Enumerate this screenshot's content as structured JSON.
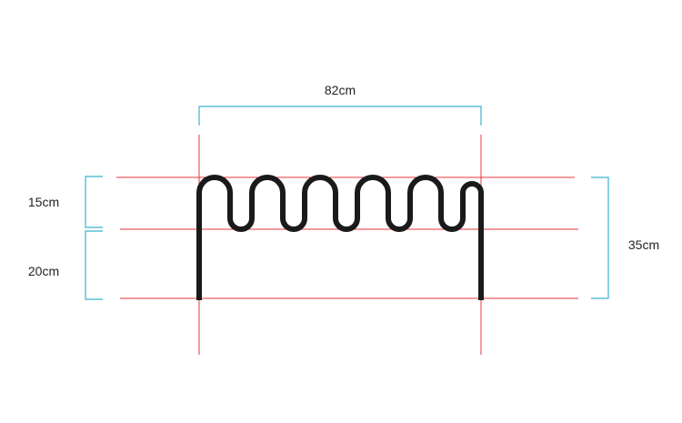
{
  "labels": {
    "width": "82cm",
    "top_height": "15cm",
    "bottom_height": "20cm",
    "total_height": "35cm"
  },
  "colors": {
    "guide_line": "#e8343f",
    "dimension_bracket": "#3bb2d0",
    "rack": "#1a1a1a",
    "text": "#231f20"
  }
}
